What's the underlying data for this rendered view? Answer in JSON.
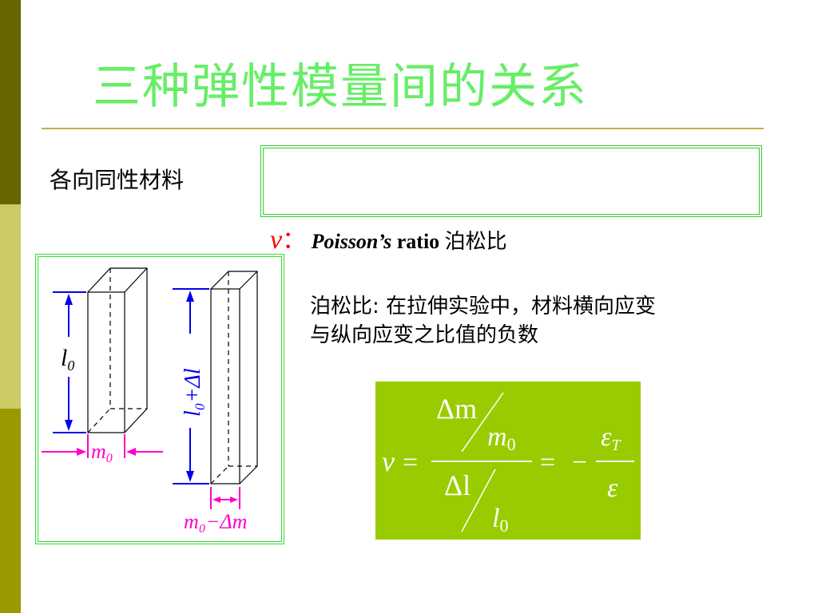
{
  "slide": {
    "title": "三种弹性模量间的关系",
    "material_label": "各向同性材料",
    "poisson_symbol": "ν",
    "poisson_colon": "：",
    "poisson_name": "Poisson’s",
    "poisson_ratio": "ratio",
    "poisson_cn": "泊松比",
    "definition_line1": "泊松比: 在拉伸实验中，材料横向应变",
    "definition_line2": "与纵向应变之比值的负数"
  },
  "figure": {
    "left_length_l": "l",
    "left_length_sub": "0",
    "left_width_m": "m",
    "left_width_sub": "0",
    "right_length": "l₀+Δl",
    "right_width": "m₀−Δm"
  },
  "formula": {
    "lhs": "v",
    "eq1": "=",
    "num_top": "Δm",
    "num_bottom_m": "m",
    "num_bottom_sub": "0",
    "den_top": "Δl",
    "den_bottom_l": "l",
    "den_bottom_sub": "0",
    "eq2": "=",
    "minus": "−",
    "eps_num": "ε",
    "eps_num_sub": "T",
    "eps_den": "ε"
  },
  "colors": {
    "title": "#66ee66",
    "sidebar_dark": "#666600",
    "sidebar_light": "#cccc66",
    "sidebar_mid": "#999900",
    "rule": "#c8b040",
    "box_border": "#33cc33",
    "formula_bg": "#99cc00",
    "dimension_blue": "#0000ee",
    "dimension_magenta": "#ff00cc",
    "poisson_symbol": "#ff0000"
  }
}
